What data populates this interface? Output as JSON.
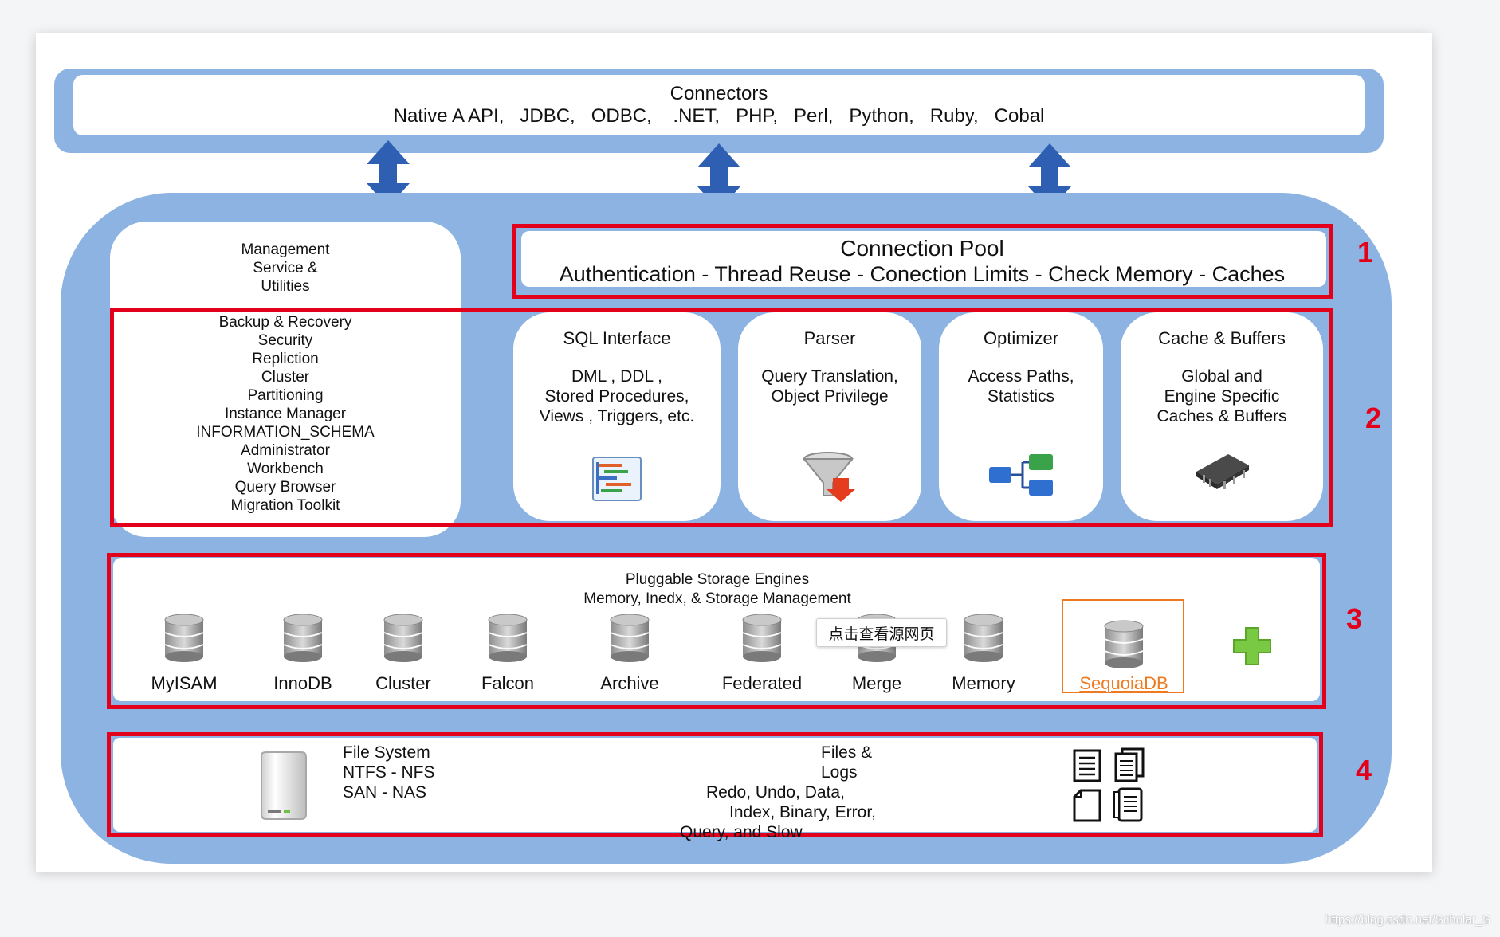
{
  "connectors": {
    "title": "Connectors",
    "list": "Native A API,   JDBC,   ODBC,    .NET,   PHP,   Perl,   Python,   Ruby,   Cobal"
  },
  "management": {
    "title_lines": [
      "Management",
      "Service &",
      "Utilities"
    ],
    "items": [
      "Backup & Recovery",
      "Security",
      "Repliction",
      "Cluster",
      "Partitioning",
      "Instance Manager",
      "INFORMATION_SCHEMA",
      "Administrator",
      "Workbench",
      "Query Browser",
      "Migration Toolkit"
    ]
  },
  "connection_pool": {
    "title": "Connection Pool",
    "subtitle": "Authentication - Thread Reuse - Conection Limits - Check Memory - Caches"
  },
  "components": [
    {
      "title": "SQL Interface",
      "body": [
        "DML , DDL ,",
        "Stored Procedures,",
        "Views , Triggers, etc."
      ],
      "icon": "sql-list-icon"
    },
    {
      "title": "Parser",
      "body": [
        "Query Translation,",
        "Object Privilege"
      ],
      "icon": "funnel-icon"
    },
    {
      "title": "Optimizer",
      "body": [
        "Access Paths,",
        "Statistics"
      ],
      "icon": "tree-icon"
    },
    {
      "title": "Cache  &  Buffers",
      "body": [
        "Global and",
        "Engine Specific",
        "Caches  &  Buffers"
      ],
      "icon": "memory-chip-icon"
    }
  ],
  "storage": {
    "title": "Pluggable Storage Engines",
    "subtitle": "Memory, Inedx,  &  Storage Management",
    "engines": [
      "MyISAM",
      "InnoDB",
      "Cluster",
      "Falcon",
      "Archive",
      "Federated",
      "Merge",
      "Memory",
      "SequoiaDB"
    ],
    "tooltip": "点击查看源网页",
    "highlight_color": "#f07a20"
  },
  "files": {
    "fs_lines": [
      "File System",
      "NTFS - NFS",
      "SAN - NAS"
    ],
    "logs_lines": [
      "Files  &   Logs",
      "Redo, Undo, Data,",
      "Index,  Binary,  Error,",
      "Query,  and  Slow"
    ]
  },
  "section_numbers": [
    "1",
    "2",
    "3",
    "4"
  ],
  "watermark": "https://blog.csdn.net/Scholar_S",
  "colors": {
    "blue": "#8db3e2",
    "arrow": "#2f5fb3",
    "red": "#e3001b"
  }
}
